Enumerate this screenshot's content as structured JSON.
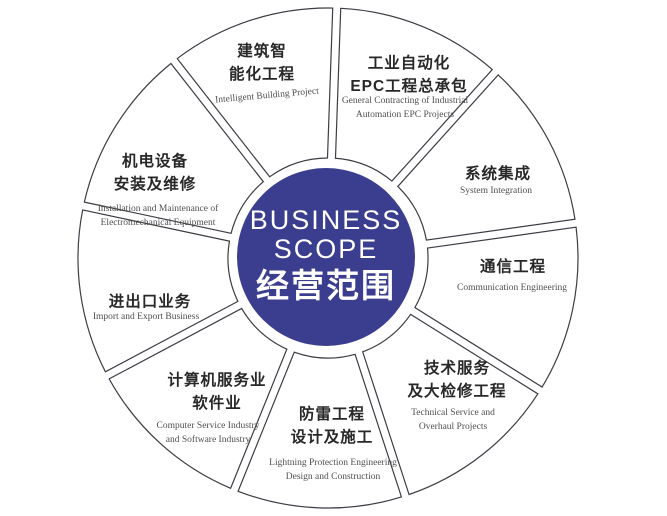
{
  "center": {
    "line1": "BUSINESS",
    "line2": "SCOPE",
    "line3": "经营范围",
    "bg_color": "#3b3e8e",
    "text_color": "#ffffff"
  },
  "style": {
    "wedge_outline_color": "#3c3c44",
    "title_color": "#282828",
    "subtitle_color": "#4f4f4f",
    "background_color": "#ffffff"
  },
  "segments": [
    {
      "id": "intelligent-building",
      "title_lines": [
        "建筑智",
        "能化工程"
      ],
      "subtitle_lines": [
        "Intelligent Building Project"
      ]
    },
    {
      "id": "industrial-automation-epc",
      "title_lines": [
        "工业自动化",
        "EPC工程总承包"
      ],
      "subtitle_lines": [
        "General Contracting of Industrial",
        "Automation EPC Projects"
      ]
    },
    {
      "id": "system-integration",
      "title_lines": [
        "系统集成"
      ],
      "subtitle_lines": [
        "System Integration"
      ]
    },
    {
      "id": "communication-engineering",
      "title_lines": [
        "通信工程"
      ],
      "subtitle_lines": [
        "Communication Engineering"
      ]
    },
    {
      "id": "technical-service-overhaul",
      "title_lines": [
        "技术服务",
        "及大检修工程"
      ],
      "subtitle_lines": [
        "Technical Service and",
        "Overhaul Projects"
      ]
    },
    {
      "id": "lightning-protection",
      "title_lines": [
        "防雷工程",
        "设计及施工"
      ],
      "subtitle_lines": [
        "Lightning Protection Engineering",
        "Design and Construction"
      ]
    },
    {
      "id": "computer-service-software",
      "title_lines": [
        "计算机服务业",
        "软件业"
      ],
      "subtitle_lines": [
        "Computer Service Industry",
        "and Software Industry"
      ]
    },
    {
      "id": "import-export",
      "title_lines": [
        "进出口业务"
      ],
      "subtitle_lines": [
        "Import and Export Business"
      ]
    },
    {
      "id": "electromechanical-equipment",
      "title_lines": [
        "机电设备",
        "安装及维修"
      ],
      "subtitle_lines": [
        "Installation and Maintenance of",
        "Electromechanical Equipment"
      ]
    }
  ]
}
